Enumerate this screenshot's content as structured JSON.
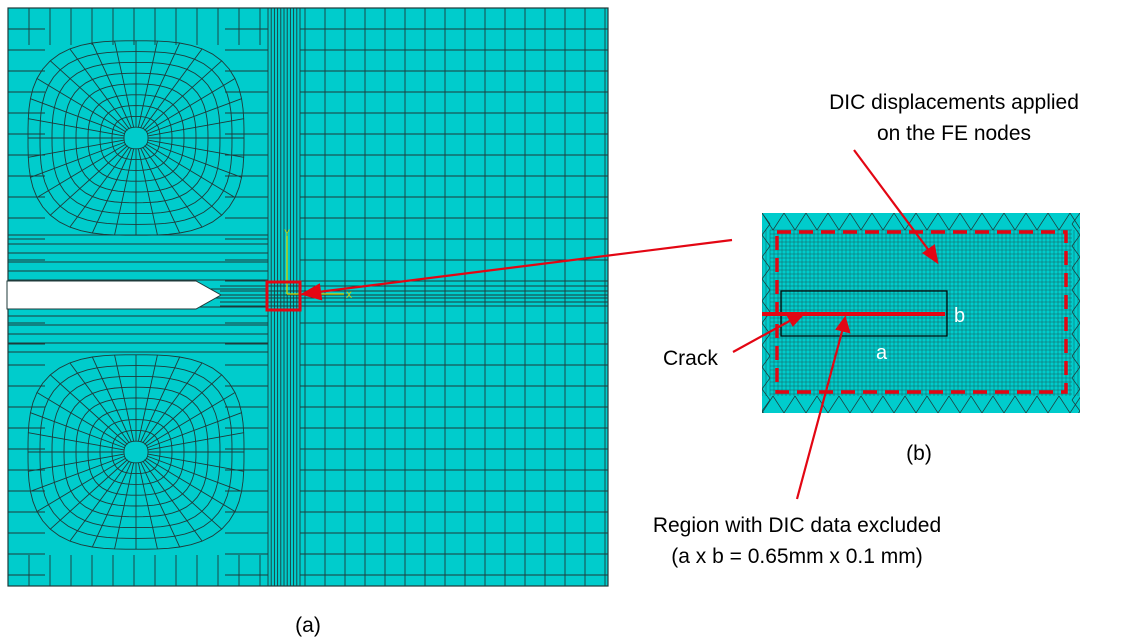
{
  "panel_a": {
    "caption": "(a)",
    "axis_y": "Y",
    "axis_x": "X"
  },
  "panel_b": {
    "caption": "(b)",
    "label_a": "a",
    "label_b": "b"
  },
  "annotations": {
    "dic_line1": "DIC displacements applied",
    "dic_line2": "on the FE nodes",
    "crack": "Crack",
    "region_line1": "Region with DIC data excluded",
    "region_line2": "(a x b = 0.65mm x 0.1 mm)"
  },
  "colors": {
    "mesh_fill": "#00cccc",
    "mesh_line": "#1e3a3a",
    "annotation_red": "#e30613",
    "axis_yellow": "#d8d800"
  }
}
